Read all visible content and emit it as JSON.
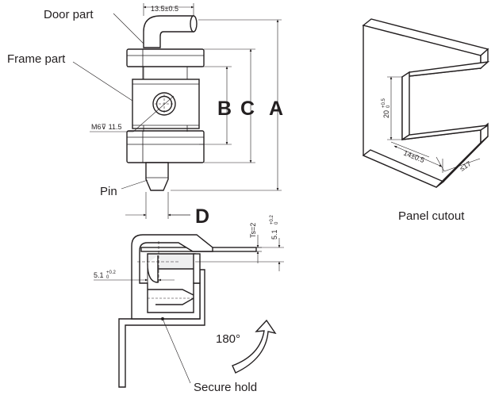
{
  "labels": {
    "door_part": "Door part",
    "frame_part": "Frame part",
    "pin": "Pin",
    "secure_hold": "Secure hold",
    "panel_cutout": "Panel cutout",
    "rotation": "180°"
  },
  "dimensions": {
    "width_13_5": "13.5±0.5",
    "thread": "M6",
    "thread_depth": "11.5",
    "a": "A",
    "b": "B",
    "c": "C",
    "d": "D",
    "ts": "Ts=2",
    "gap_5_1_top": "5.1",
    "gap_5_1_side": "5.1",
    "tol_plus": "+0.2",
    "tol_zero": "0",
    "cutout_height": "20",
    "cutout_height_tol_plus": "+0.5",
    "cutout_height_tol_zero": "0",
    "cutout_width": "14±0.5",
    "cutout_max": "≤17"
  },
  "colors": {
    "line": "#231f20",
    "background": "#ffffff"
  }
}
